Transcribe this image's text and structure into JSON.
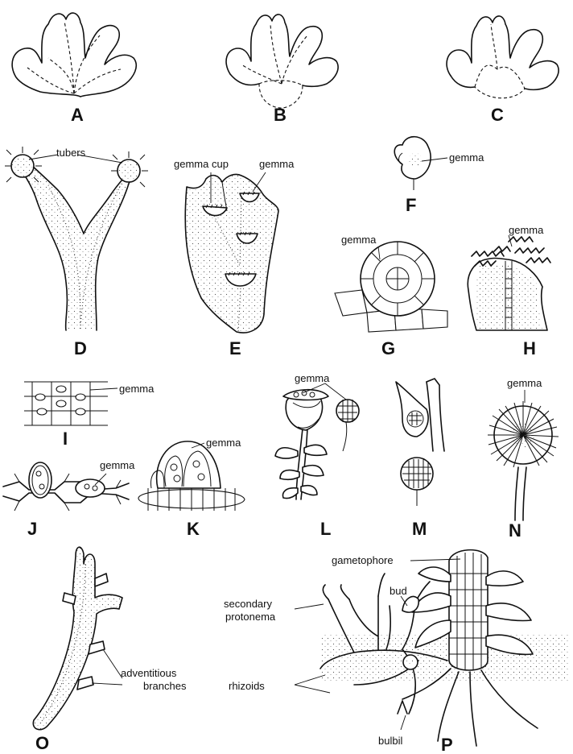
{
  "panels": {
    "A": {
      "letter": "A"
    },
    "B": {
      "letter": "B"
    },
    "C": {
      "letter": "C"
    },
    "D": {
      "letter": "D",
      "labels": {
        "tubers": "tubers"
      }
    },
    "E": {
      "letter": "E",
      "labels": {
        "gemma_cup": "gemma cup",
        "gemma": "gemma"
      }
    },
    "F": {
      "letter": "F",
      "labels": {
        "gemma": "gemma"
      }
    },
    "G": {
      "letter": "G",
      "labels": {
        "gemma": "gemma"
      }
    },
    "H": {
      "letter": "H",
      "labels": {
        "gemma": "gemma"
      }
    },
    "I": {
      "letter": "I",
      "labels": {
        "gemma": "gemma"
      }
    },
    "J": {
      "letter": "J",
      "labels": {
        "gemma": "gemma"
      }
    },
    "K": {
      "letter": "K",
      "labels": {
        "gemma": "gemma"
      }
    },
    "L": {
      "letter": "L",
      "labels": {
        "gemma": "gemma"
      }
    },
    "M": {
      "letter": "M"
    },
    "N": {
      "letter": "N",
      "labels": {
        "gemma": "gemma"
      }
    },
    "O": {
      "letter": "O",
      "labels": {
        "adventitious_1": "adventitious",
        "adventitious_2": "branches"
      }
    },
    "P": {
      "letter": "P",
      "labels": {
        "gametophore": "gametophore",
        "bud": "bud",
        "secondary_1": "secondary",
        "secondary_2": "protonema",
        "rhizoids": "rhizoids",
        "bulbil": "bulbil"
      }
    }
  }
}
